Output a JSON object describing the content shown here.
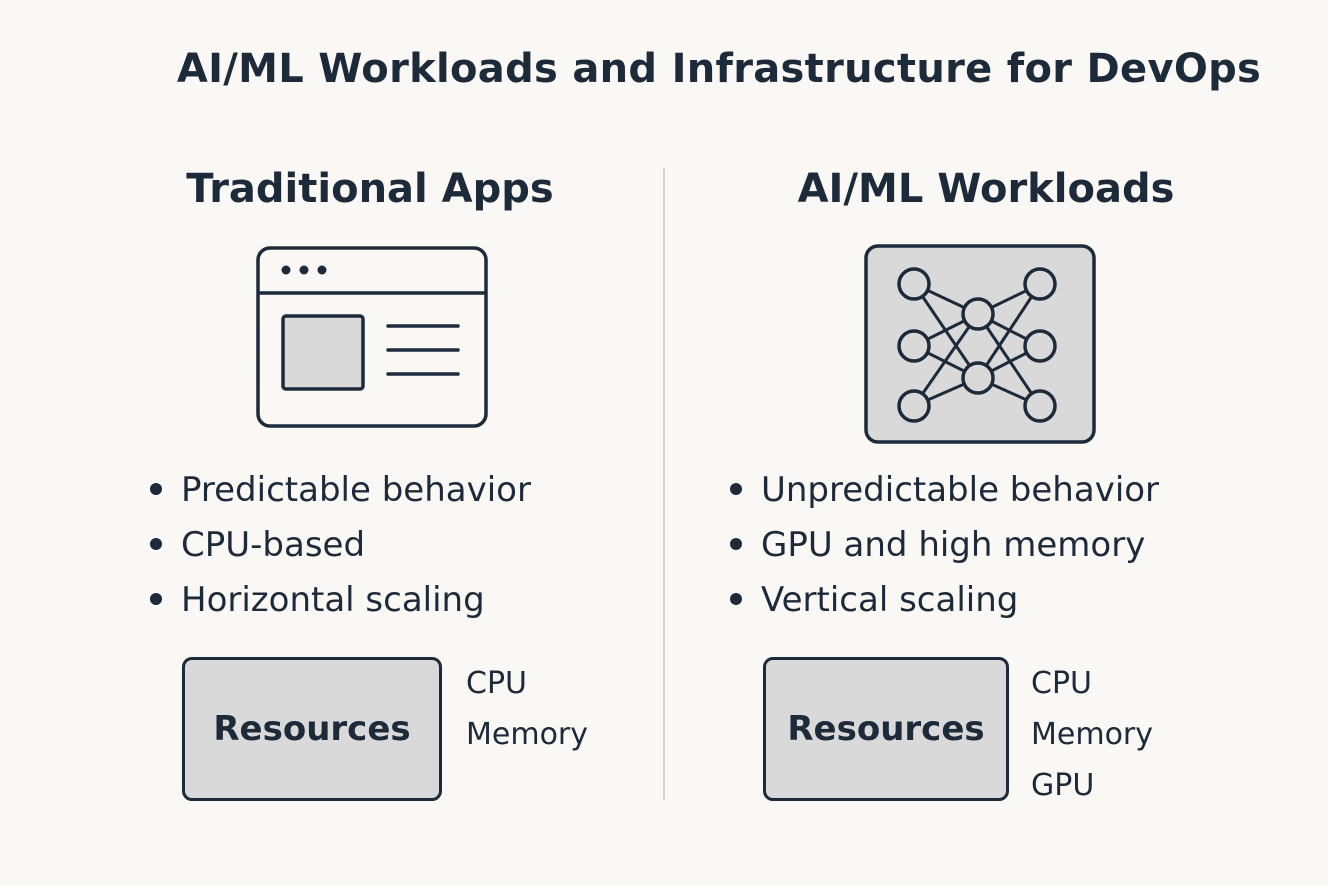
{
  "title": "AI/ML Workloads and Infrastructure for DevOps",
  "left": {
    "heading": "Traditional Apps",
    "icon": "app-window-icon",
    "bullets": [
      "Predictable behavior",
      "CPU-based",
      "Horizontal scaling"
    ],
    "resources_label": "Resources",
    "resources": [
      "CPU",
      "Memory"
    ]
  },
  "right": {
    "heading": "AI/ML Workloads",
    "icon": "neural-network-icon",
    "bullets": [
      "Unpredictable behavior",
      "GPU and high memory",
      "Vertical scaling"
    ],
    "resources_label": "Resources",
    "resources": [
      "CPU",
      "Memory",
      "GPU"
    ]
  },
  "colors": {
    "background": "#faf8f5",
    "ink": "#1d2a3a",
    "box_fill": "#d9d9d9",
    "divider": "#d2d4d6"
  }
}
